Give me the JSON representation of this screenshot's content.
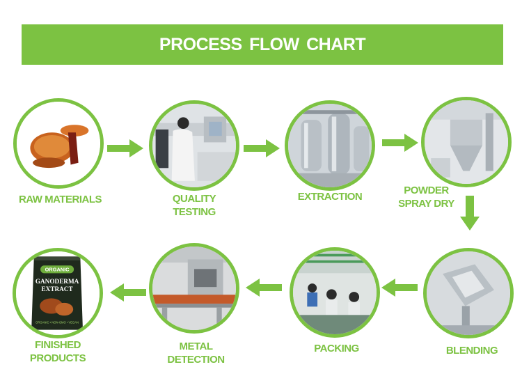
{
  "title": "PROCESS  FLOW CHART",
  "colors": {
    "accent": "#7cc242",
    "background": "#ffffff"
  },
  "steps": [
    {
      "label": "RAW MATERIALS",
      "image": "ganoderma-mushroom-photo"
    },
    {
      "label": "QUALITY\nTESTING",
      "image": "lab-testing-photo"
    },
    {
      "label": "EXTRACTION",
      "image": "extraction-tanks-photo"
    },
    {
      "label": "POWDER\nSPRAY DRY",
      "image": "spray-dryer-photo"
    },
    {
      "label": "BLENDING",
      "image": "blender-machine-photo"
    },
    {
      "label": "PACKING",
      "image": "packing-workers-photo"
    },
    {
      "label": "METAL\nDETECTION",
      "image": "metal-detector-photo"
    },
    {
      "label": "FINISHED\nPRODUCTS",
      "image": "product-pouch-photo"
    }
  ],
  "product_pouch": {
    "badge": "ORGANIC",
    "name_line1": "GANODERMA",
    "name_line2": "EXTRACT",
    "footer": "ORGANIC • NON-GMO • VEGAN"
  }
}
